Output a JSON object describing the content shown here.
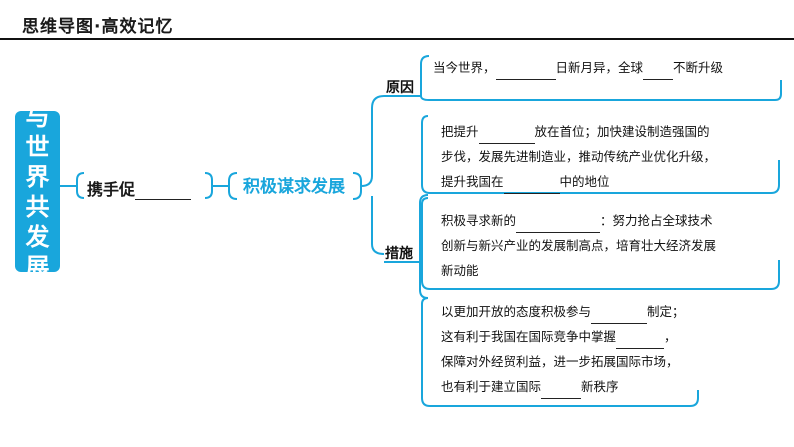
{
  "header": {
    "title": "思维导图·高效记忆"
  },
  "side_title": {
    "chars": [
      "与",
      "世",
      "界",
      "共",
      "发",
      "展"
    ]
  },
  "left_node": {
    "label": "携手促"
  },
  "center_node": {
    "label": "积极谋求发展"
  },
  "branches": {
    "reason": {
      "label": "原因",
      "line1_a": "当今世界，",
      "line1_b": "日新月异，全球",
      "line1_c": "不断升级"
    },
    "measures": {
      "label": "措施",
      "m1": {
        "line1_a": "把提升",
        "line1_b": "放在首位；加快建设制造强国的",
        "line2": "步伐，发展先进制造业，推动传统产业优化升级，",
        "line3_a": "提升我国在",
        "line3_b": "中的地位"
      },
      "m2": {
        "line1_a": "积极寻求新的",
        "line1_b": "：努力抢占全球技术",
        "line2": "创新与新兴产业的发展制高点，培育壮大经济发展",
        "line3": "新动能"
      },
      "m3": {
        "line1_a": "以更加开放的态度积极参与",
        "line1_b": "制定；",
        "line2_a": "这有利于我国在国际竞争中掌握",
        "line2_b": "，",
        "line3": "保障对外经贸利益，进一步拓展国际市场，",
        "line4_a": "也有利于建立国际",
        "line4_b": "新秩序"
      }
    }
  },
  "colors": {
    "accent": "#19a6dc",
    "text": "#111111"
  }
}
